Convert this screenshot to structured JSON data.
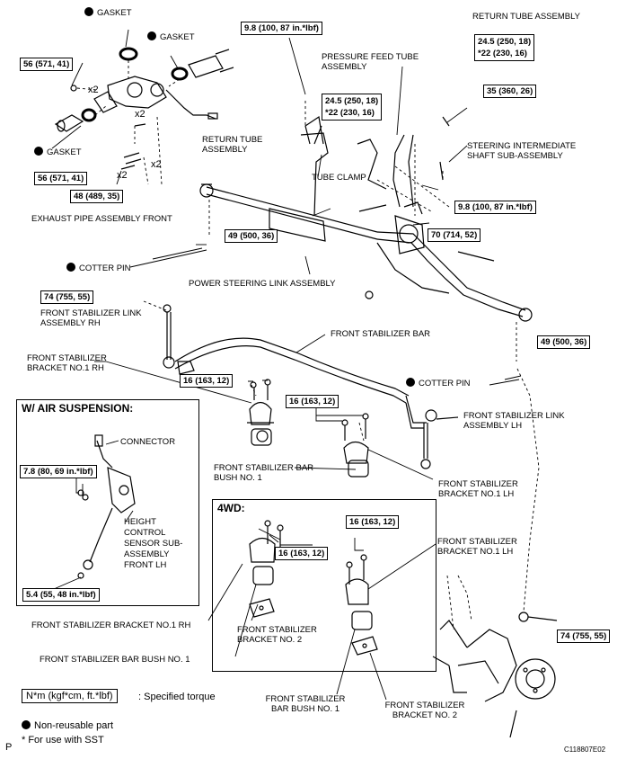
{
  "labels": {
    "gasket_top": "GASKET",
    "gasket_mid": "GASKET",
    "gasket_left": "GASKET",
    "exhaust_pipe": "EXHAUST PIPE ASSEMBLY FRONT",
    "x2_a": "x2",
    "x2_b": "x2",
    "x2_c": "x2",
    "return_tube_top": "RETURN TUBE ASSEMBLY",
    "pressure_feed": "PRESSURE FEED TUBE ASSEMBLY",
    "return_tube_mid": "RETURN TUBE ASSEMBLY",
    "tube_clamp": "TUBE CLAMP",
    "steering_shaft": "STEERING INTERMEDIATE SHAFT SUB-ASSEMBLY",
    "cotter_pin_left": "COTTER PIN",
    "power_steering_link": "POWER STEERING LINK ASSEMBLY",
    "stab_link_rh": "FRONT STABILIZER LINK ASSEMBLY RH",
    "stab_bar": "FRONT STABILIZER BAR",
    "stab_bracket_rh": "FRONT STABILIZER BRACKET NO.1 RH",
    "cotter_pin_right": "COTTER PIN",
    "stab_link_lh": "FRONT STABILIZER LINK ASSEMBLY LH",
    "stab_bush": "FRONT STABILIZER BAR BUSH NO. 1",
    "stab_bracket_lh": "FRONT STABILIZER BRACKET NO.1 LH",
    "air_susp_title": "W/ AIR SUSPENSION:",
    "connector": "CONNECTOR",
    "height_sensor": "HEIGHT CONTROL SENSOR SUB-ASSEMBLY FRONT LH",
    "fwd_title": "4WD:",
    "fwd_bracket_lh": "FRONT STABILIZER BRACKET NO.1 LH",
    "fwd_bracket_rh": "FRONT STABILIZER BRACKET NO.1 RH",
    "fwd_bracket2_left": "FRONT STABILIZER BRACKET NO. 2",
    "fwd_bush_left": "FRONT STABILIZER BAR BUSH NO. 1",
    "fwd_bush_right": "FRONT STABILIZER BAR BUSH NO. 1",
    "fwd_bracket2_right": "FRONT STABILIZER BRACKET NO. 2"
  },
  "torques": {
    "t1": "56 (571, 41)",
    "t2": "56 (571, 41)",
    "t3": "48 (489, 35)",
    "t4": "9.8 (100, 87 in.*lbf)",
    "t5a": "24.5 (250, 18)",
    "t5b": "*22 (230, 16)",
    "t6a": "24.5 (250, 18)",
    "t6b": "*22 (230, 16)",
    "t7": "35 (360, 26)",
    "t8": "9.8 (100, 87 in.*lbf)",
    "t9": "70 (714, 52)",
    "t10": "49 (500, 36)",
    "t11": "74 (755, 55)",
    "t12": "49 (500, 36)",
    "t13": "16 (163, 12)",
    "t14": "16 (163, 12)",
    "t15": "7.8 (80, 69 in.*lbf)",
    "t16": "5.4 (55, 48 in.*lbf)",
    "t17": "16 (163, 12)",
    "t18": "16 (163, 12)",
    "t19": "74 (755, 55)"
  },
  "legend": {
    "torque_unit": "N*m (kgf*cm, ft.*lbf)",
    "torque_desc": ": Specified torque",
    "non_reusable": "Non-reusable part",
    "sst": "* For use with SST",
    "page_mark": "P",
    "figure_id": "C118807E02"
  }
}
